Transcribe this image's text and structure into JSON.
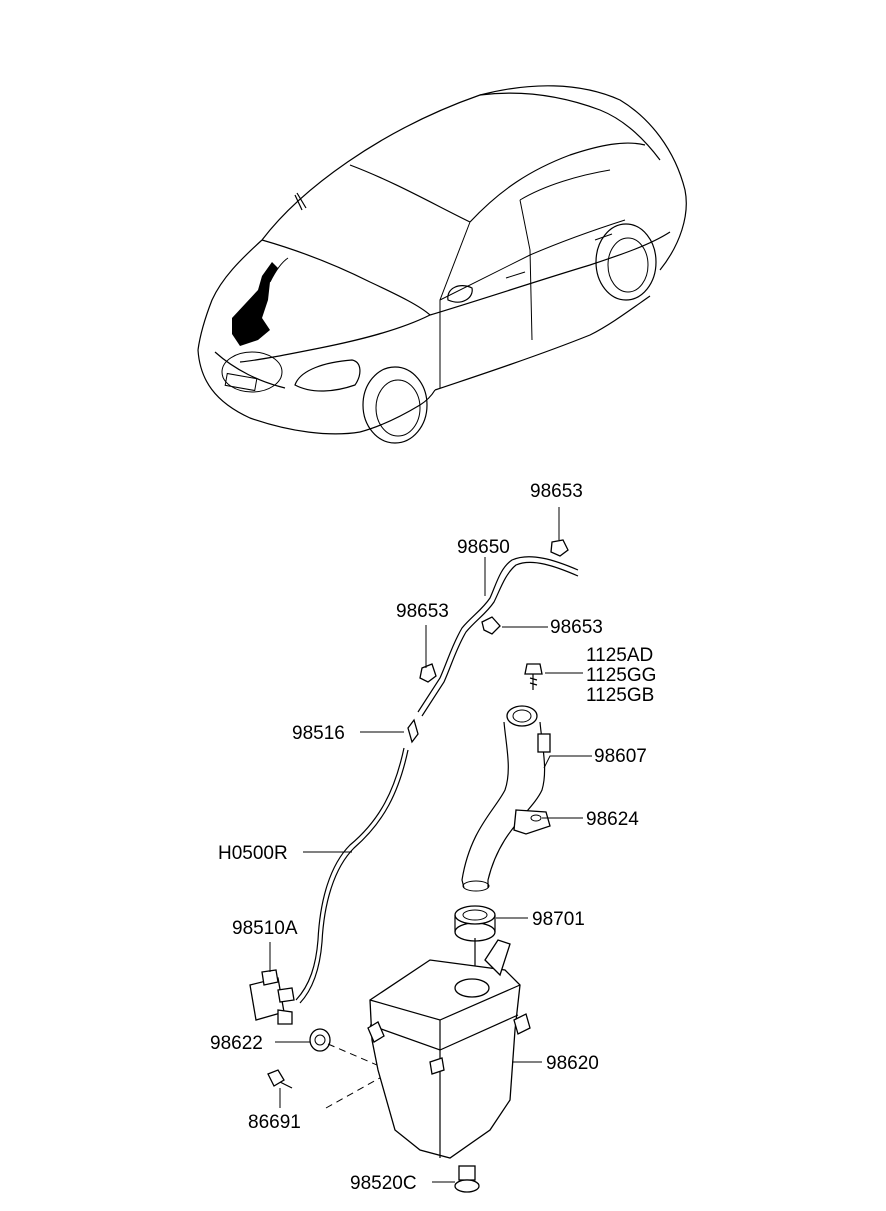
{
  "labels": {
    "98653_top": "98653",
    "98650": "98650",
    "98653_left": "98653",
    "98653_right": "98653",
    "1125AD": "1125AD",
    "1125GG": "1125GG",
    "1125GB": "1125GB",
    "98516": "98516",
    "98607": "98607",
    "98624": "98624",
    "H0500R": "H0500R",
    "98701": "98701",
    "98510A": "98510A",
    "98622": "98622",
    "98620": "98620",
    "86691": "86691",
    "98520C": "98520C"
  }
}
